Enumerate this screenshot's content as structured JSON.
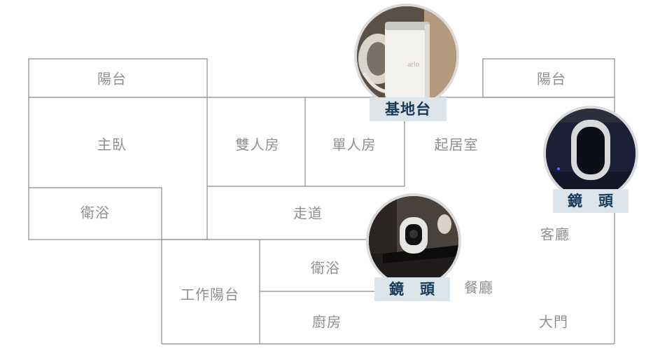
{
  "rooms": {
    "balcony_left": "陽台",
    "master_bedroom": "主臥",
    "bathroom_left": "衛浴",
    "double_room": "雙人房",
    "single_room": "單人房",
    "study": "起居室",
    "balcony_right": "陽台",
    "corridor": "走道",
    "living_room": "客廳",
    "bathroom_center": "衛浴",
    "work_balcony": "工作陽台",
    "dining_room": "餐廳",
    "kitchen": "廚房",
    "front_door": "大門"
  },
  "device_labels": {
    "base_station": "基地台",
    "camera_right": "鏡　頭",
    "camera_center": "鏡　頭"
  },
  "device_photos": {
    "base_station_logo": "arlo"
  }
}
